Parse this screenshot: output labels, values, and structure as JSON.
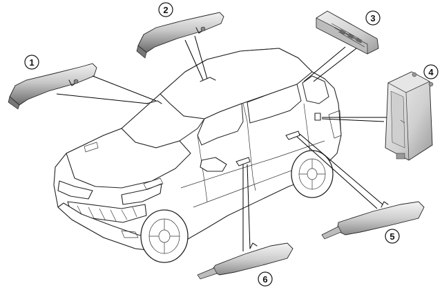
{
  "callouts": [
    {
      "id": "1",
      "label": "1"
    },
    {
      "id": "2",
      "label": "2"
    },
    {
      "id": "3",
      "label": "3"
    },
    {
      "id": "4",
      "label": "4"
    },
    {
      "id": "5",
      "label": "5"
    },
    {
      "id": "6",
      "label": "6"
    }
  ],
  "colors": {
    "part_light": "#e2e2e2",
    "part_mid": "#a9a9a9",
    "part_dark": "#5a5a5a",
    "line": "#222222",
    "background": "#ffffff"
  }
}
